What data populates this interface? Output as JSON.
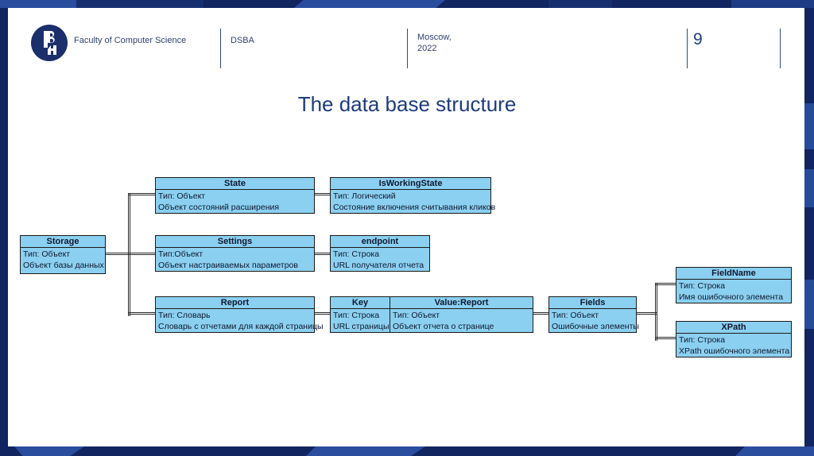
{
  "header": {
    "faculty": "Faculty of Computer Science",
    "program": "DSBA",
    "location_line1": "Moscow,",
    "location_line2": "2022",
    "page_number": "9"
  },
  "title": "The data base structure",
  "colors": {
    "frame_navy": "#112561",
    "frame_accent_blue": "#2a4d9e",
    "box_fill": "#8bd0f0",
    "box_border": "#1b1b1b",
    "title_navy": "#1e3b7d"
  },
  "diagram": {
    "boxes": {
      "storage": {
        "title": "Storage",
        "line1": "Тип: Объект",
        "line2": "Объект базы данных"
      },
      "state": {
        "title": "State",
        "line1": "Тип: Объект",
        "line2": "Объект состояний расширения"
      },
      "isworkingstate": {
        "title": "IsWorkingState",
        "line1": "Тип: Логический",
        "line2": "Состояние включения считывания кликов"
      },
      "settings": {
        "title": "Settings",
        "line1": "Тип:Объект",
        "line2": "Объект настраиваемых параметров"
      },
      "endpoint": {
        "title": "endpoint",
        "line1": "Тип: Строка",
        "line2": "URL получателя отчета"
      },
      "report": {
        "title": "Report",
        "line1": "Тип: Словарь",
        "line2": "Словарь с отчетами для каждой страницы"
      },
      "key": {
        "title": "Key",
        "line1": "Тип: Строка",
        "line2": "URL страницы"
      },
      "value_report": {
        "title": "Value:Report",
        "line1": "Тип: Объект",
        "line2": "Объект отчета о странице"
      },
      "fields": {
        "title": "Fields",
        "line1": "Тип: Объект",
        "line2": "Ошибочные элементы"
      },
      "fieldname": {
        "title": "FieldName",
        "line1": "Тип: Строка",
        "line2": "Имя ошибочного элемента"
      },
      "xpath": {
        "title": "XPath",
        "line1": "Тип: Строка",
        "line2": "XPath ошибочного элемента"
      }
    }
  }
}
